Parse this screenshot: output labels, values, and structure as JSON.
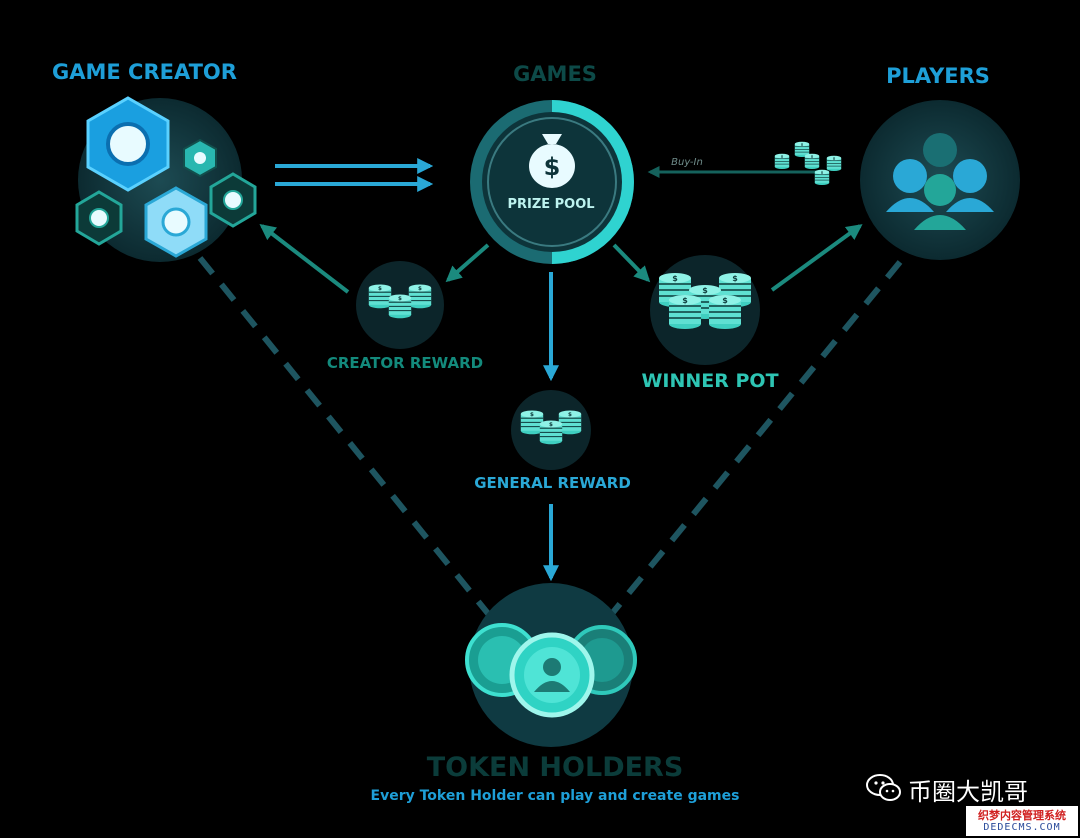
{
  "nodes": {
    "game_creator": "GAME CREATOR",
    "games": "GAMES",
    "players": "PLAYERS",
    "prize_pool": "PRIZE POOL",
    "creator_reward": "CREATOR REWARD",
    "winner_pot": "WINNER POT",
    "general_reward": "GENERAL REWARD",
    "token_holders": "TOKEN HOLDERS",
    "token_holders_note": "Every Token Holder can play and create games"
  },
  "edges": {
    "buy_in": "Buy-In"
  },
  "watermark": {
    "account": "币圈大凯哥",
    "badge_cn": "织梦内容管理系统",
    "badge_en": "DEDECMS.COM"
  },
  "colors": {
    "background": "#000000",
    "node_circle": "#0f3a42",
    "teal_arrow": "#1b7f74",
    "blue_arrow": "#2aa8d6",
    "title_blue": "#1e9fd8",
    "coin_teal": "#6fe8da"
  },
  "icons": {
    "game_creator": "hexagon-cluster-icon",
    "games": "money-bag-icon",
    "players": "user-group-icon",
    "rewards": "coin-stack-icon",
    "token_holders": "token-coins-icon"
  }
}
